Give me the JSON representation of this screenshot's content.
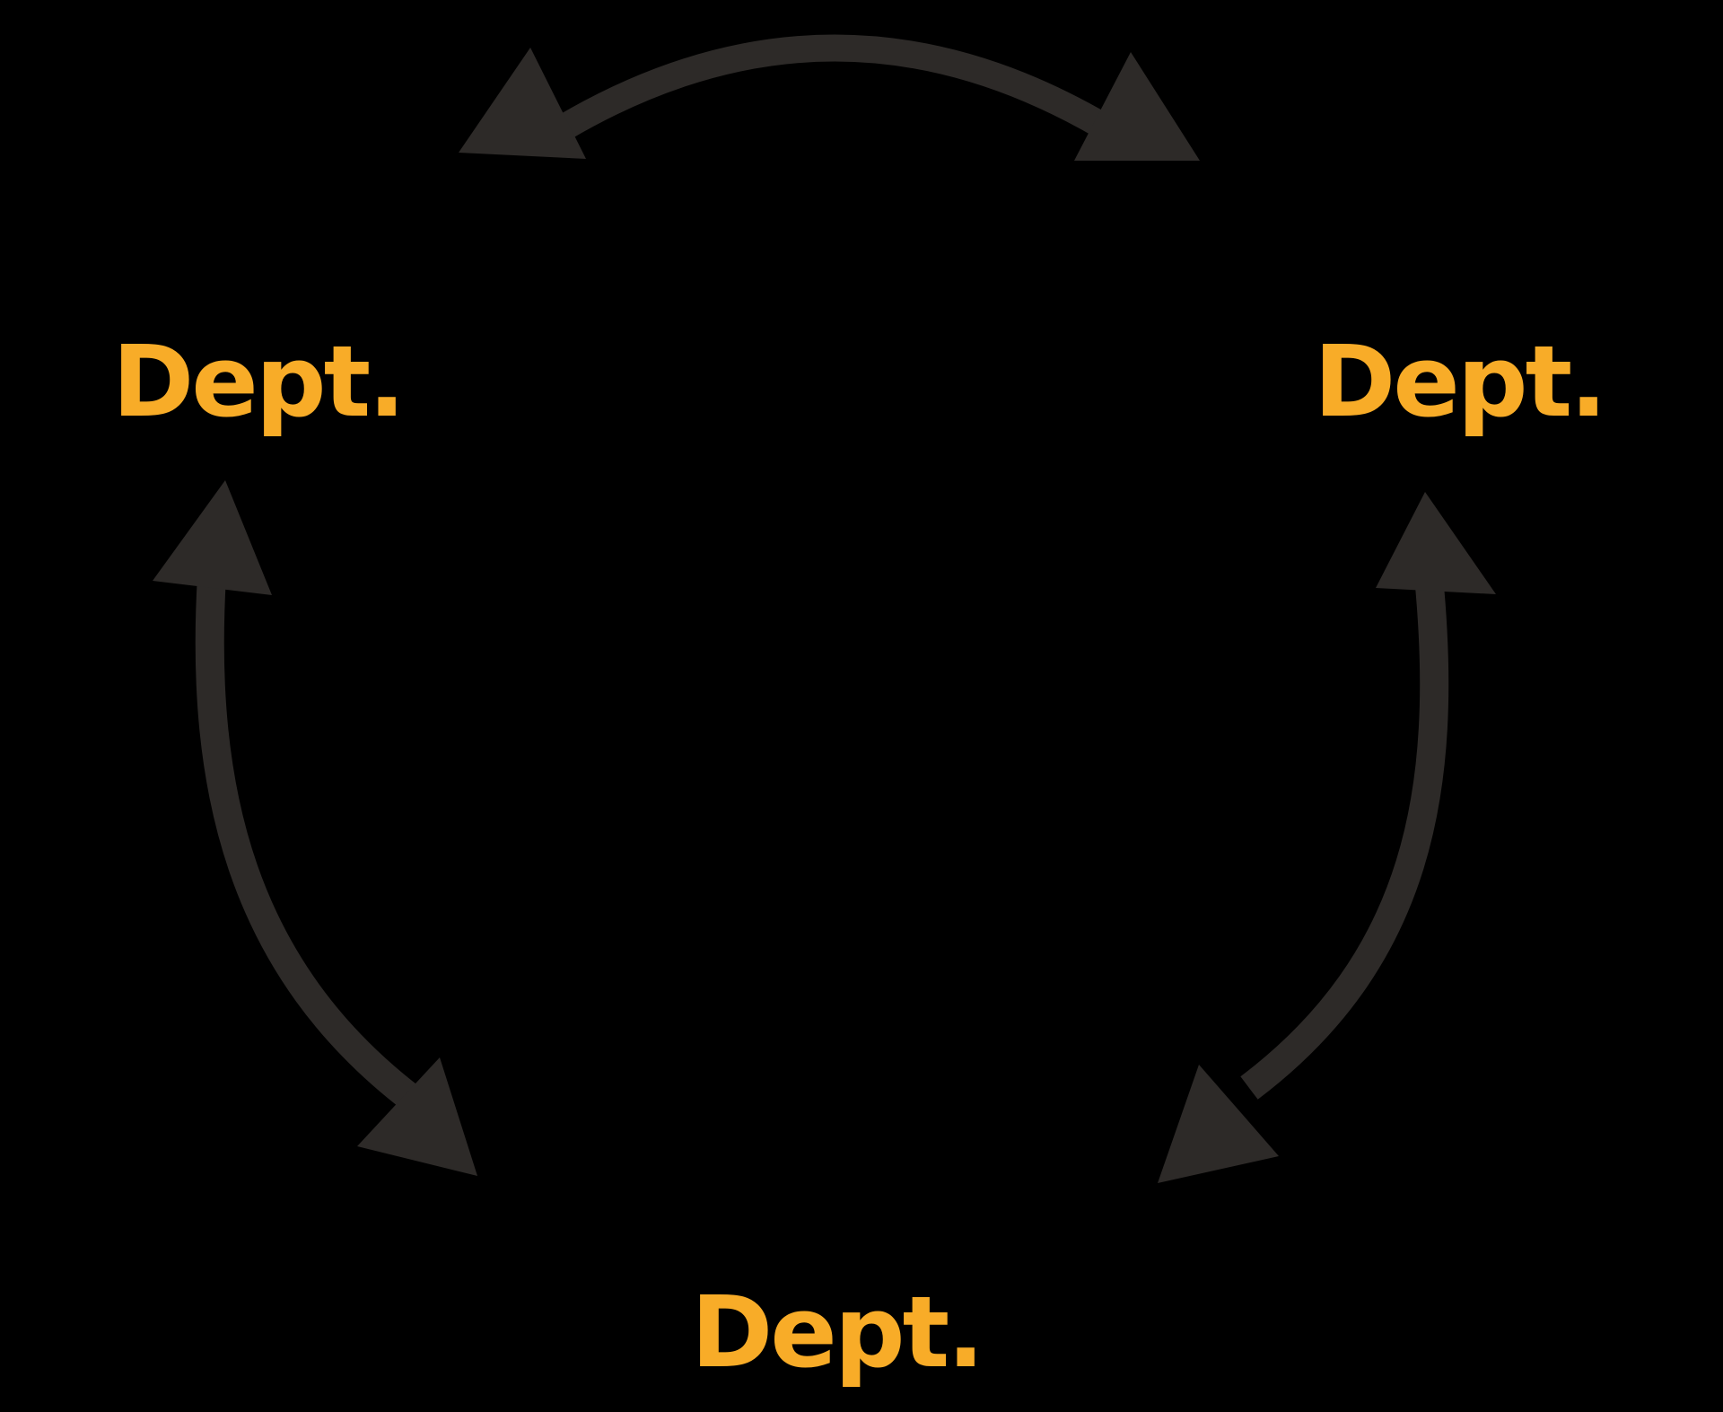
{
  "diagram": {
    "type": "circular-cycle-diagram",
    "description": "Three departments connected in a cycle by curved bidirectional arrows",
    "labels": [
      {
        "id": "dept-left",
        "text": "Dept.",
        "position": "upper-left"
      },
      {
        "id": "dept-right",
        "text": "Dept.",
        "position": "upper-right"
      },
      {
        "id": "dept-bottom",
        "text": "Dept.",
        "position": "bottom-center"
      }
    ],
    "arrows": [
      {
        "id": "top-arrow",
        "between": [
          "dept-left",
          "dept-right"
        ],
        "style": "curved-double-headed"
      },
      {
        "id": "left-arrow",
        "between": [
          "dept-left",
          "dept-bottom"
        ],
        "style": "curved-double-headed"
      },
      {
        "id": "right-arrow",
        "between": [
          "dept-bottom",
          "dept-right"
        ],
        "style": "curved-double-headed"
      }
    ],
    "colors": {
      "background": "#000000",
      "label": "#F8AC28",
      "arrow": "#2D2A28"
    }
  }
}
